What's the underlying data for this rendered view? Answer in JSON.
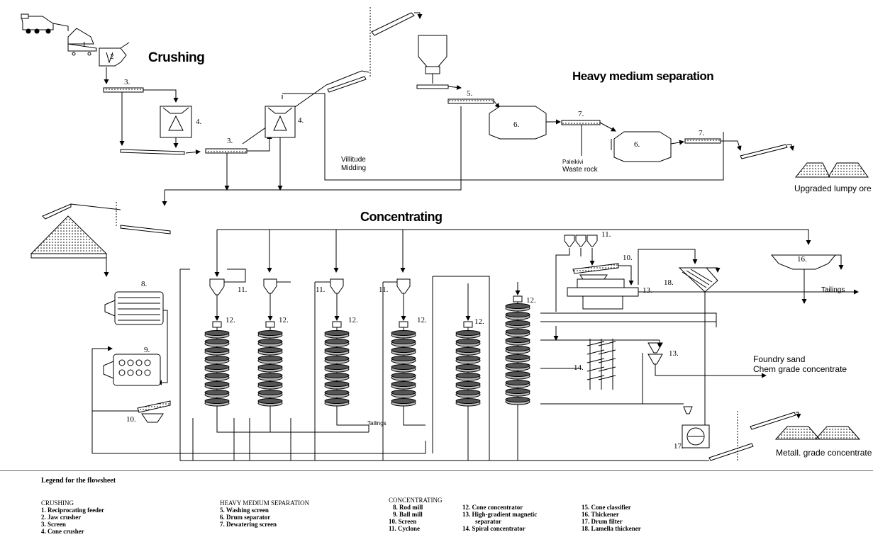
{
  "sections": {
    "crushing": "Crushing",
    "heavy_medium": "Heavy medium separation",
    "concentrating": "Concentrating"
  },
  "labels": {
    "villitude": "Villitude",
    "midding": "Midding",
    "paleikivi": "Paleikivi",
    "waste_rock": "Waste rock",
    "upgraded": "Upgraded lumpy ore",
    "tailings_right": "Tailings",
    "tailings_center": "Tailings",
    "foundry": "Foundry sand",
    "chem": "Chem grade concentrate",
    "metall": "Metall. grade concentrate"
  },
  "numbers": {
    "n1": "1",
    "n2": "2",
    "n3a": "3.",
    "n3b": "3.",
    "n4a": "4.",
    "n4b": "4.",
    "n5": "5.",
    "n6a": "6.",
    "n6b": "6.",
    "n7a": "7.",
    "n7b": "7.",
    "n8": "8.",
    "n9": "9.",
    "n10a": "10.",
    "n10b": "10.",
    "n11a": "11.",
    "n11b": "11.",
    "n11c": "11.",
    "n11d": "11.",
    "n12a": "12.",
    "n12b": "12.",
    "n12c": "12.",
    "n12d": "12.",
    "n12e": "12.",
    "n12f": "12.",
    "n13a": "13.",
    "n13b": "13.",
    "n14": "14.",
    "n16": "16.",
    "n17": "17.",
    "n18": "18."
  },
  "legend": {
    "title": "Legend for the flowsheet",
    "crushing": {
      "heading": "CRUSHING",
      "items": [
        "1. Reciprocating feeder",
        "2. Jaw crusher",
        "3. Screen",
        "4. Cone crusher"
      ]
    },
    "heavy_medium": {
      "heading": "HEAVY MEDIUM SEPARATION",
      "items": [
        "5. Washing screen",
        "6. Drum separator",
        "7. Dewatering screen"
      ]
    },
    "concentrating": {
      "heading": "CONCENTRATING",
      "col1": [
        "8. Rod mill",
        "9. Ball mill",
        "10. Screen",
        "11. Cyclone"
      ],
      "col2": [
        "12. Cone concentrator",
        "13. High-gradient magnetic",
        "separator",
        "14. Spiral concentrator"
      ],
      "col3": [
        "15. Cone classifier",
        "16. Thickener",
        "17. Drum filter",
        "18. Lamella thickener"
      ]
    }
  }
}
